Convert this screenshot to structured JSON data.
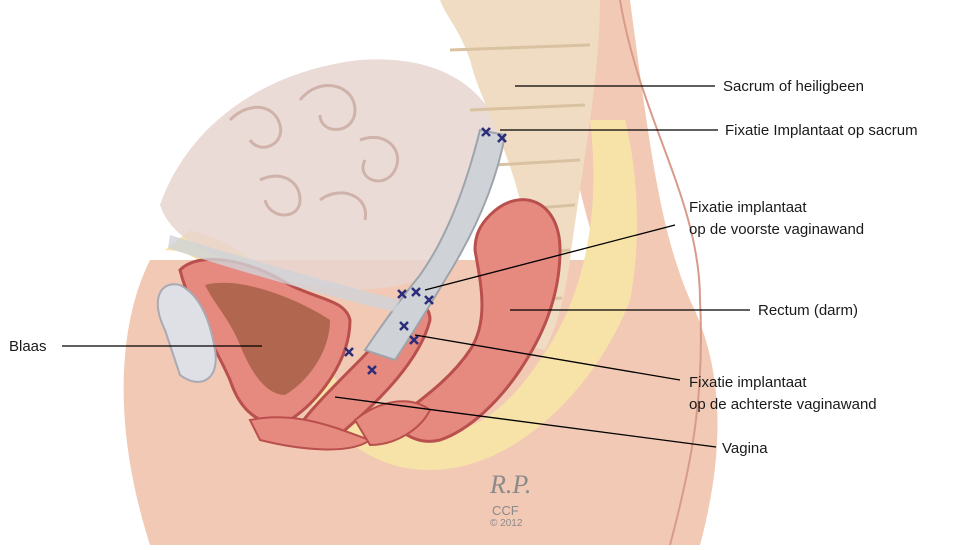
{
  "labels": {
    "sacrum": "Sacrum of heiligbeen",
    "fix_sacrum": "Fixatie Implantaat op sacrum",
    "fix_front_l1": "Fixatie implantaat",
    "fix_front_l2": "op de voorste vaginawand",
    "rectum": "Rectum (darm)",
    "blaas": "Blaas",
    "fix_back_l1": "Fixatie implantaat",
    "fix_back_l2": "op de achterste vaginawand",
    "vagina": "Vagina"
  },
  "signature": {
    "initials": "R.P.",
    "org": "CCF",
    "year": "© 2012"
  },
  "colors": {
    "skin": "#f2c9b4",
    "fat": "#f7e3a8",
    "bone": "#efdcc2",
    "organ": "#e6897f",
    "organ_dark": "#b9504d",
    "intestine": "#e8d5cf",
    "mesh": "#cfd3d8",
    "suture": "#2b2d7a",
    "leader": "#000000"
  }
}
